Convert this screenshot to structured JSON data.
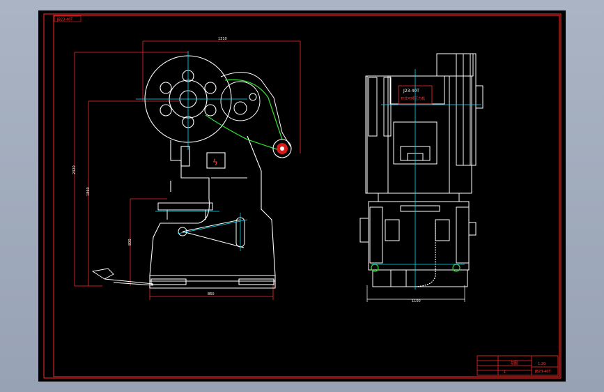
{
  "sheet": {
    "corner_label": "JB23-40T"
  },
  "side_view": {
    "dim_total_width": "1310",
    "dim_total_height": "2320",
    "dim_throat_height": "1860",
    "dim_table_height": "800",
    "dim_base_width": "860",
    "nameplate_symbol": "ϟ"
  },
  "front_view": {
    "nameplate_model": "J23-40T",
    "nameplate_maker": "开式可倾压力机",
    "dim_width": "1100"
  },
  "title_block": {
    "drawing_title": "总图",
    "scale": "1:20",
    "sheet_ref": "JB23-40T",
    "count": "1"
  },
  "colors": {
    "background": "#000000",
    "frame": "#ff2a2a",
    "outline": "#ffffff",
    "centerline": "#00e5ff",
    "belt": "#2edc2e"
  }
}
